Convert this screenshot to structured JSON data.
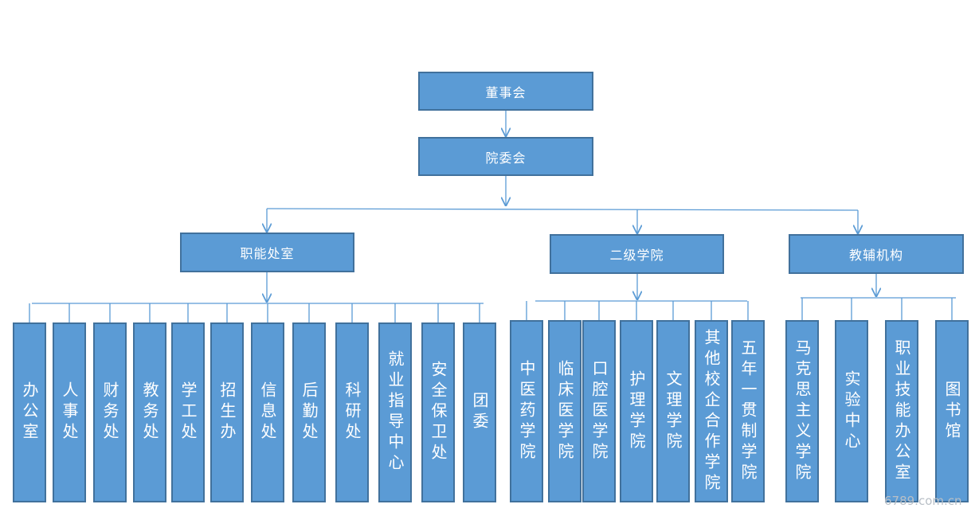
{
  "chart": {
    "root": "董事会",
    "level2": "院委会",
    "groups": [
      {
        "label": "职能处室",
        "children": [
          "办公室",
          "人事处",
          "财务处",
          "教务处",
          "学工处",
          "招生办",
          "信息处",
          "后勤处",
          "科研处",
          "就业指导中心",
          "安全保卫处",
          "团委"
        ]
      },
      {
        "label": "二级学院",
        "children": [
          "中医药学院",
          "临床医学院",
          "口腔医学院",
          "护理学院",
          "文理学院",
          "其他校企合作学院",
          "五年一贯制学院"
        ]
      },
      {
        "label": "教辅机构",
        "children": [
          "马克思主义学院",
          "实验中心",
          "职业技能办公室",
          "图书馆"
        ]
      }
    ]
  },
  "watermark": "6789.com.cn",
  "colors": {
    "box_fill": "#5B9BD5",
    "box_border": "#41719C",
    "line": "#5B9BD5",
    "text": "#ffffff"
  }
}
